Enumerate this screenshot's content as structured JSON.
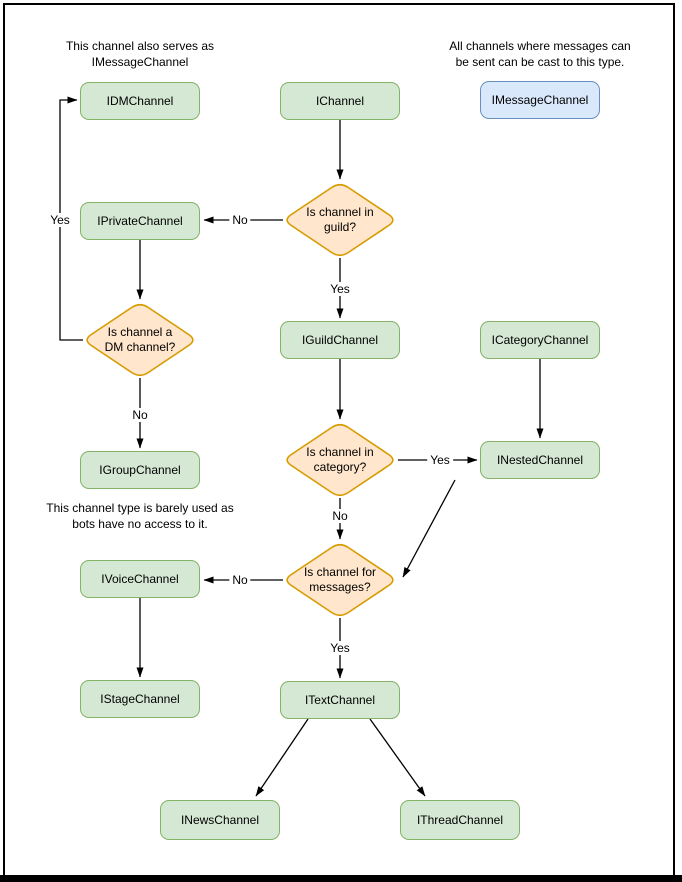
{
  "colors": {
    "node_fill": "#d5e8d4",
    "node_stroke": "#82b366",
    "highlight_fill": "#dae8fc",
    "highlight_stroke": "#6c8ebf",
    "decision_fill": "#ffe6cc",
    "decision_stroke": "#d79b00",
    "edge": "#000000",
    "text": "#000000",
    "frame": "#000000"
  },
  "annotations": {
    "dm_serves": "This channel also serves as\nIMessageChannel",
    "message_cast": "All channels where messages can\nbe sent can be cast to this type.",
    "group_barely_used": "This channel type is barely used as\nbots have no access to it."
  },
  "nodes": {
    "idm": {
      "label": "IDMChannel"
    },
    "ichannel": {
      "label": "IChannel"
    },
    "imessage": {
      "label": "IMessageChannel"
    },
    "iprivate": {
      "label": "IPrivateChannel"
    },
    "iguild": {
      "label": "IGuildChannel"
    },
    "icategory": {
      "label": "ICategoryChannel"
    },
    "igroup": {
      "label": "IGroupChannel"
    },
    "inested": {
      "label": "INestedChannel"
    },
    "ivoice": {
      "label": "IVoiceChannel"
    },
    "istage": {
      "label": "IStageChannel"
    },
    "itext": {
      "label": "ITextChannel"
    },
    "inews": {
      "label": "INewsChannel"
    },
    "ithread": {
      "label": "IThreadChannel"
    }
  },
  "decisions": {
    "guild": {
      "label": "Is channel in\nguild?"
    },
    "dm": {
      "label": "Is channel a\nDM channel?"
    },
    "category": {
      "label": "Is channel in\ncategory?"
    },
    "messages": {
      "label": "Is channel for\nmessages?"
    }
  },
  "edges": {
    "ichannel_guild": {
      "from": "IChannel",
      "to": "Is channel in guild?",
      "label": ""
    },
    "guild_no": {
      "from": "Is channel in guild?",
      "to": "IPrivateChannel",
      "label": "No"
    },
    "guild_yes": {
      "from": "Is channel in guild?",
      "to": "IGuildChannel",
      "label": "Yes"
    },
    "iprivate_dm": {
      "from": "IPrivateChannel",
      "to": "Is channel a DM channel?",
      "label": ""
    },
    "dm_yes": {
      "from": "Is channel a DM channel?",
      "to": "IDMChannel",
      "label": "Yes"
    },
    "dm_no": {
      "from": "Is channel a DM channel?",
      "to": "IGroupChannel",
      "label": "No"
    },
    "iguild_category": {
      "from": "IGuildChannel",
      "to": "Is channel in category?",
      "label": ""
    },
    "category_yes": {
      "from": "Is channel in category?",
      "to": "INestedChannel",
      "label": "Yes"
    },
    "icategory_inested": {
      "from": "ICategoryChannel",
      "to": "INestedChannel",
      "label": ""
    },
    "category_no": {
      "from": "Is channel in category?",
      "to": "Is channel for messages?",
      "label": "No"
    },
    "inested_messages": {
      "from": "INestedChannel",
      "to": "Is channel for messages?",
      "label": ""
    },
    "messages_no": {
      "from": "Is channel for messages?",
      "to": "IVoiceChannel",
      "label": "No"
    },
    "messages_yes": {
      "from": "Is channel for messages?",
      "to": "ITextChannel",
      "label": "Yes"
    },
    "ivoice_istage": {
      "from": "IVoiceChannel",
      "to": "IStageChannel",
      "label": ""
    },
    "itext_inews": {
      "from": "ITextChannel",
      "to": "INewsChannel",
      "label": ""
    },
    "itext_ithread": {
      "from": "ITextChannel",
      "to": "IThreadChannel",
      "label": ""
    }
  }
}
